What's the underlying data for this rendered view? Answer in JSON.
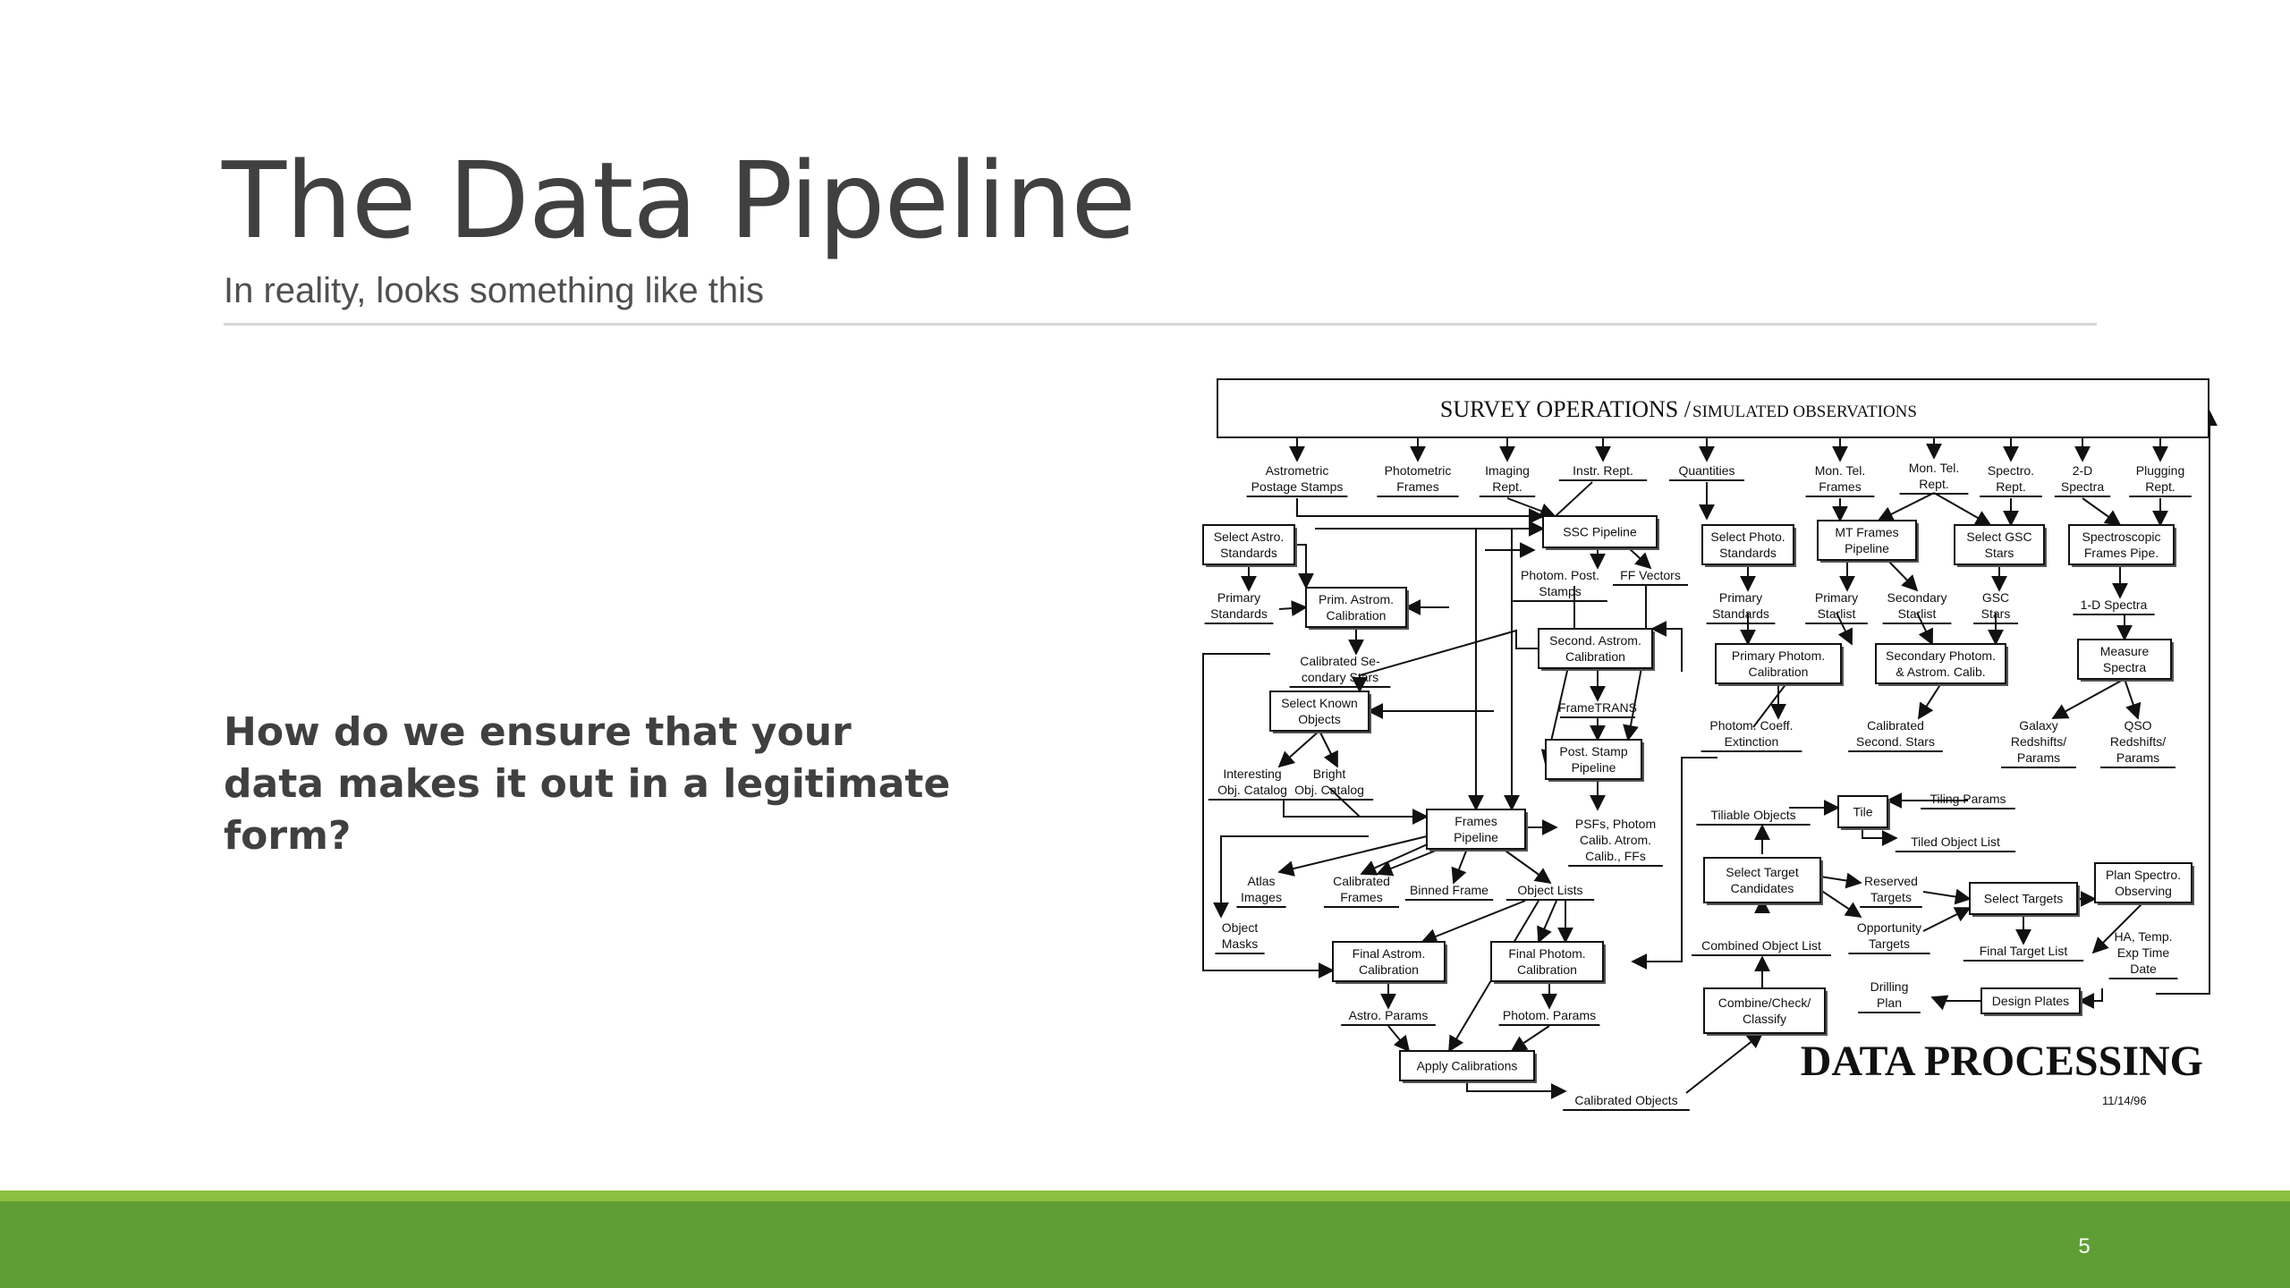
{
  "slide": {
    "title": "The Data Pipeline",
    "subtitle": "In reality, looks something like this",
    "question": "How do we ensure that your data makes it out in a legitimate form?",
    "page_number": "5"
  },
  "diagram": {
    "header_main": "SURVEY OPERATIONS / ",
    "header_small": "SIMULATED OBSERVATIONS",
    "footer_title": "DATA PROCESSING",
    "date": "11/14/96",
    "boxes": [
      {
        "id": "select-astro-standards",
        "lines": [
          "Select Astro.",
          "Standards"
        ]
      },
      {
        "id": "ssc-pipeline",
        "lines": [
          "SSC Pipeline"
        ]
      },
      {
        "id": "select-photo-standards",
        "lines": [
          "Select Photo.",
          "Standards"
        ]
      },
      {
        "id": "mt-frames-pipeline",
        "lines": [
          "MT Frames",
          "Pipeline"
        ]
      },
      {
        "id": "select-gsc-stars",
        "lines": [
          "Select GSC",
          "Stars"
        ]
      },
      {
        "id": "spectroscopic-frames-pipe",
        "lines": [
          "Spectroscopic",
          "Frames Pipe."
        ]
      },
      {
        "id": "prim-astrom-calibration",
        "lines": [
          "Prim. Astrom.",
          "Calibration"
        ]
      },
      {
        "id": "second-astrom-calibration",
        "lines": [
          "Second. Astrom.",
          "Calibration"
        ]
      },
      {
        "id": "primary-photom-calibration",
        "lines": [
          "Primary Photom.",
          "Calibration"
        ]
      },
      {
        "id": "secondary-photom-calibration",
        "lines": [
          "Secondary Photom.",
          "& Astrom. Calib."
        ]
      },
      {
        "id": "measure-spectra",
        "lines": [
          "Measure",
          "Spectra"
        ]
      },
      {
        "id": "select-known-objects",
        "lines": [
          "Select Known",
          "Objects"
        ]
      },
      {
        "id": "post-stamp-pipeline",
        "lines": [
          "Post. Stamp",
          "Pipeline"
        ]
      },
      {
        "id": "frames-pipeline",
        "lines": [
          "Frames",
          "Pipeline"
        ]
      },
      {
        "id": "tile",
        "lines": [
          "Tile"
        ]
      },
      {
        "id": "select-target-candidates",
        "lines": [
          "Select Target",
          "Candidates"
        ]
      },
      {
        "id": "select-targets",
        "lines": [
          "Select Targets"
        ]
      },
      {
        "id": "plan-spectro-observing",
        "lines": [
          "Plan Spectro.",
          "Observing"
        ]
      },
      {
        "id": "final-astrom-calibration",
        "lines": [
          "Final Astrom.",
          "Calibration"
        ]
      },
      {
        "id": "final-photom-calibration",
        "lines": [
          "Final Photom.",
          "Calibration"
        ]
      },
      {
        "id": "combine-check-classify",
        "lines": [
          "Combine/Check/",
          "Classify"
        ]
      },
      {
        "id": "design-plates",
        "lines": [
          "Design Plates"
        ]
      },
      {
        "id": "apply-calibrations",
        "lines": [
          "Apply Calibrations"
        ]
      }
    ],
    "labels": [
      {
        "id": "astrometric-postage-stamps",
        "lines": [
          "Astrometric",
          "Postage Stamps"
        ]
      },
      {
        "id": "photometric-frames",
        "lines": [
          "Photometric",
          "Frames"
        ]
      },
      {
        "id": "imaging-rept",
        "lines": [
          "Imaging",
          "Rept."
        ]
      },
      {
        "id": "instr-rept",
        "lines": [
          "Instr. Rept."
        ]
      },
      {
        "id": "quantities",
        "lines": [
          "Quantities"
        ]
      },
      {
        "id": "mon-tel-frames",
        "lines": [
          "Mon. Tel.",
          "Frames"
        ]
      },
      {
        "id": "mon-tel-rept",
        "lines": [
          "Mon. Tel.",
          "Rept."
        ]
      },
      {
        "id": "spectro-rept",
        "lines": [
          "Spectro.",
          "Rept."
        ]
      },
      {
        "id": "2d-spectra",
        "lines": [
          "2-D",
          "Spectra"
        ]
      },
      {
        "id": "plugging-rept",
        "lines": [
          "Plugging",
          "Rept."
        ]
      },
      {
        "id": "photom-post-stamps",
        "lines": [
          "Photom. Post.",
          "Stamps"
        ]
      },
      {
        "id": "ff-vectors",
        "lines": [
          "FF Vectors"
        ]
      },
      {
        "id": "primary-standards",
        "lines": [
          "Primary",
          "Standards"
        ]
      },
      {
        "id": "primary-standards-photo",
        "lines": [
          "Primary",
          "Standards"
        ]
      },
      {
        "id": "primary-starlist",
        "lines": [
          "Primary",
          "Starlist"
        ]
      },
      {
        "id": "secondary-starlist",
        "lines": [
          "Secondary",
          "Starlist"
        ]
      },
      {
        "id": "gsc-stars",
        "lines": [
          "GSC",
          "Stars"
        ]
      },
      {
        "id": "1d-spectra",
        "lines": [
          "1-D Spectra"
        ]
      },
      {
        "id": "calibrated-secondary-stars",
        "lines": [
          "Calibrated Se-",
          "condary Stars"
        ]
      },
      {
        "id": "frametrans",
        "lines": [
          "FrameTRANS"
        ]
      },
      {
        "id": "photom-coeff-extinction",
        "lines": [
          "Photom. Coeff.",
          "Extinction"
        ]
      },
      {
        "id": "calibrated-second-stars",
        "lines": [
          "Calibrated",
          "Second. Stars"
        ]
      },
      {
        "id": "galaxy-redshifts",
        "lines": [
          "Galaxy",
          "Redshifts/",
          "Params"
        ]
      },
      {
        "id": "qso-redshifts",
        "lines": [
          "QSO",
          "Redshifts/",
          "Params"
        ]
      },
      {
        "id": "interesting-obj-catalog",
        "lines": [
          "Interesting",
          "Obj. Catalog"
        ]
      },
      {
        "id": "bright-obj-catalog",
        "lines": [
          "Bright",
          "Obj. Catalog"
        ]
      },
      {
        "id": "psfs-photom",
        "lines": [
          "PSFs, Photom",
          "Calib. Atrom.",
          "Calib., FFs"
        ]
      },
      {
        "id": "tiliable-objects",
        "lines": [
          "Tiliable Objects"
        ]
      },
      {
        "id": "tiling-params",
        "lines": [
          "Tiling Params"
        ]
      },
      {
        "id": "tiled-object-list",
        "lines": [
          "Tiled Object List"
        ]
      },
      {
        "id": "atlas-images",
        "lines": [
          "Atlas",
          "Images"
        ]
      },
      {
        "id": "calibrated-frames",
        "lines": [
          "Calibrated",
          "Frames"
        ]
      },
      {
        "id": "binned-frame",
        "lines": [
          "Binned Frame"
        ]
      },
      {
        "id": "object-lists",
        "lines": [
          "Object Lists"
        ]
      },
      {
        "id": "reserved-targets",
        "lines": [
          "Reserved",
          "Targets"
        ]
      },
      {
        "id": "object-masks",
        "lines": [
          "Object",
          "Masks"
        ]
      },
      {
        "id": "combined-object-list",
        "lines": [
          "Combined Object List"
        ]
      },
      {
        "id": "opportunity-targets",
        "lines": [
          "Opportunity",
          "Targets"
        ]
      },
      {
        "id": "final-target-list",
        "lines": [
          "Final Target List"
        ]
      },
      {
        "id": "ha-temp",
        "lines": [
          "HA, Temp.",
          "Exp Time",
          "Date"
        ]
      },
      {
        "id": "astro-params",
        "lines": [
          "Astro. Params"
        ]
      },
      {
        "id": "photom-params",
        "lines": [
          "Photom. Params"
        ]
      },
      {
        "id": "drilling-plan",
        "lines": [
          "Drilling",
          "Plan"
        ]
      },
      {
        "id": "calibrated-objects",
        "lines": [
          "Calibrated Objects"
        ]
      }
    ]
  }
}
